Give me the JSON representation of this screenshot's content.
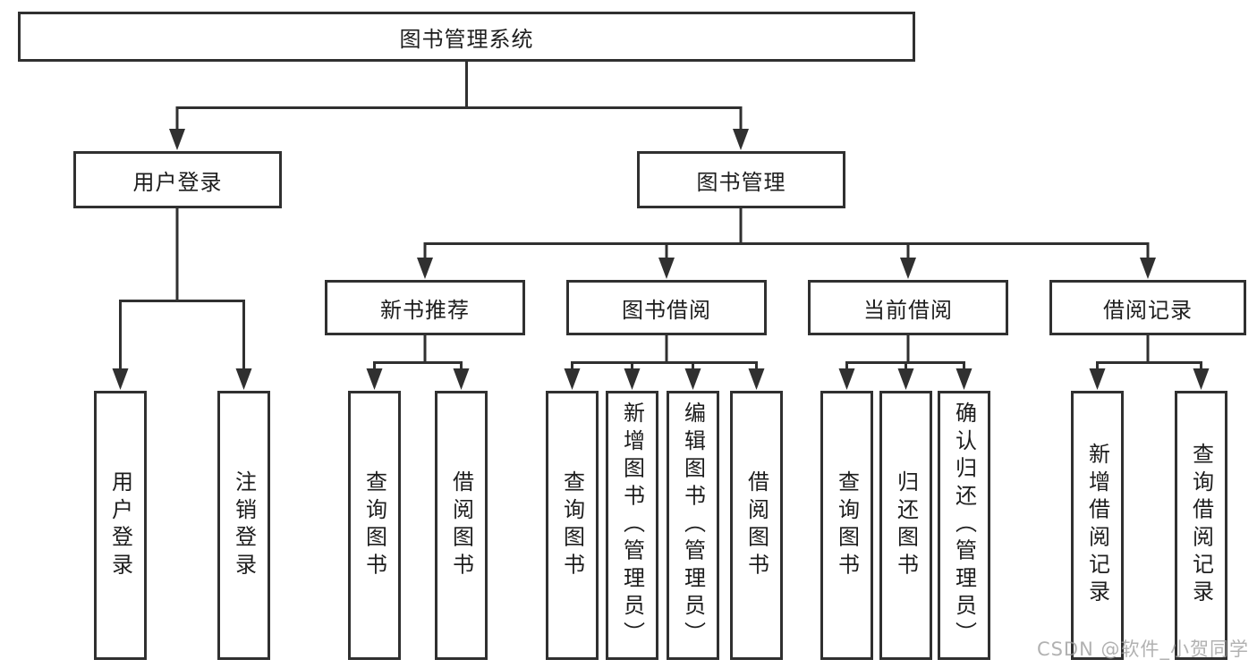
{
  "tree": {
    "root": {
      "label": "图书管理系统"
    },
    "branches": [
      {
        "label": "用户登录",
        "leaves": [
          "用户登录",
          "注销登录"
        ]
      },
      {
        "label": "图书管理",
        "groups": [
          {
            "label": "新书推荐",
            "leaves": [
              "查询图书",
              "借阅图书"
            ]
          },
          {
            "label": "图书借阅",
            "leaves": [
              "查询图书",
              "新增图书（管理员）",
              "编辑图书（管理员）",
              "借阅图书"
            ]
          },
          {
            "label": "当前借阅",
            "leaves": [
              "查询图书",
              "归还图书",
              "确认归还（管理员）"
            ]
          },
          {
            "label": "借阅记录",
            "leaves": [
              "新增借阅记录",
              "查询借阅记录"
            ]
          }
        ]
      }
    ]
  },
  "watermark": "CSDN @软件_小贺同学",
  "colors": {
    "line": "#303030",
    "box_border": "#303030",
    "text": "#1d1d1d",
    "watermark": "#9e9e9e",
    "background": "#ffffff"
  }
}
